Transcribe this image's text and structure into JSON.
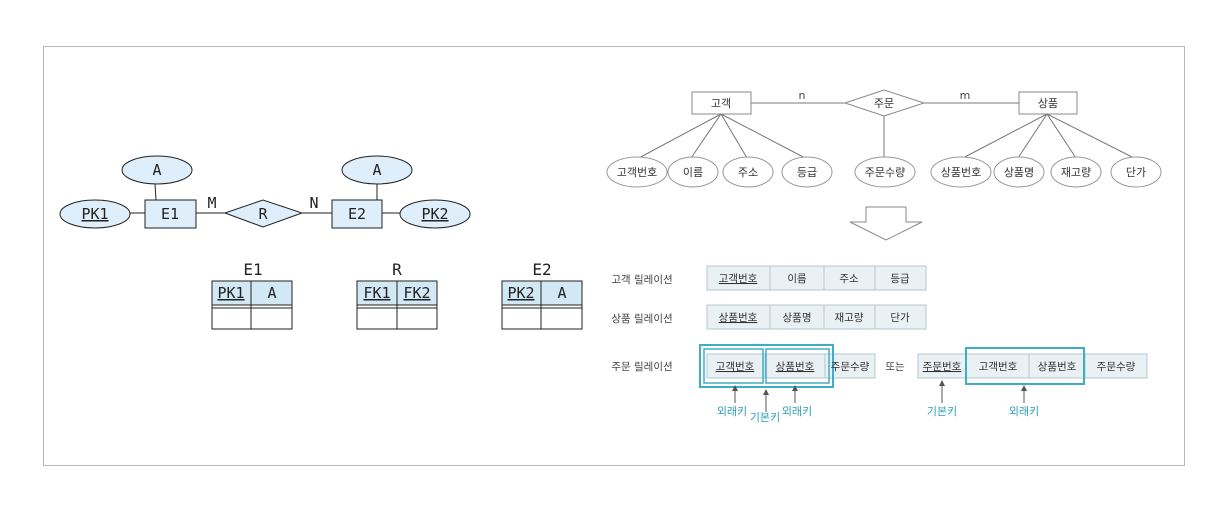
{
  "left_diagram": {
    "attr_a_1": "A",
    "attr_a_2": "A",
    "entity_e1": "E1",
    "entity_e2": "E2",
    "relationship_r": "R",
    "pk1": "PK1",
    "pk2": "PK2",
    "card_m": "M",
    "card_n": "N"
  },
  "left_tables": {
    "e1": {
      "name": "E1",
      "headers": [
        "PK1",
        "A"
      ]
    },
    "r": {
      "name": "R",
      "headers": [
        "FK1",
        "FK2"
      ]
    },
    "e2": {
      "name": "E2",
      "headers": [
        "PK2",
        "A"
      ]
    }
  },
  "er_diagram": {
    "customer": "고객",
    "order": "주문",
    "product": "상품",
    "card_n": "n",
    "card_m": "m",
    "customer_attrs": [
      "고객번호",
      "이름",
      "주소",
      "등급"
    ],
    "order_attr": "주문수량",
    "product_attrs": [
      "상품번호",
      "상품명",
      "재고량",
      "단가"
    ]
  },
  "relations": {
    "customer": {
      "label": "고객 릴레이션",
      "cols": [
        "고객번호",
        "이름",
        "주소",
        "등급"
      ]
    },
    "product": {
      "label": "상품 릴레이션",
      "cols": [
        "상품번호",
        "상품명",
        "재고량",
        "단가"
      ]
    },
    "order": {
      "label": "주문 릴레이션",
      "cols": [
        "고객번호",
        "상품번호",
        "주문수량"
      ],
      "or_label": "또는",
      "alt_cols": [
        "주문번호",
        "고객번호",
        "상품번호",
        "주문수량"
      ]
    }
  },
  "annotations": {
    "foreign_key": "외래키",
    "primary_key": "기본키"
  },
  "colors": {
    "entity_fill": "#deeffb",
    "table_header_fill": "#d3e8f5",
    "rel_cell_fill": "#e9f1f4",
    "highlight": "#3eaec6",
    "annotation": "#2f9fb7"
  }
}
